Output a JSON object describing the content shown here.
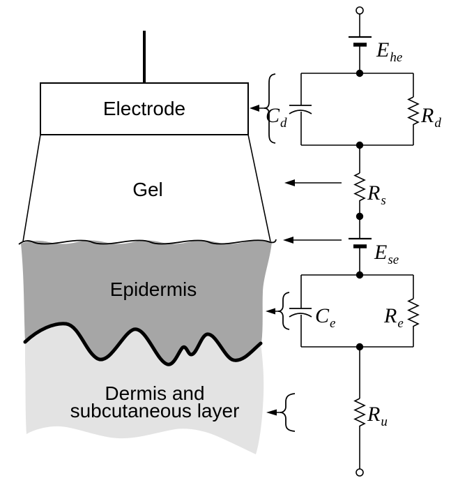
{
  "figure": {
    "layers": {
      "electrode": "Electrode",
      "gel": "Gel",
      "epidermis": "Epidermis",
      "dermis_line1": "Dermis and",
      "dermis_line2": "subcutaneous layer"
    },
    "circuit": {
      "components": [
        {
          "symbol": "E",
          "subscript": "he",
          "type": "battery"
        },
        {
          "symbol": "C",
          "subscript": "d",
          "type": "capacitor"
        },
        {
          "symbol": "R",
          "subscript": "d",
          "type": "resistor"
        },
        {
          "symbol": "R",
          "subscript": "s",
          "type": "resistor"
        },
        {
          "symbol": "E",
          "subscript": "se",
          "type": "battery"
        },
        {
          "symbol": "C",
          "subscript": "e",
          "type": "capacitor"
        },
        {
          "symbol": "R",
          "subscript": "e",
          "type": "resistor"
        },
        {
          "symbol": "R",
          "subscript": "u",
          "type": "resistor"
        }
      ]
    },
    "colors": {
      "epidermis_fill": "#a6a6a6",
      "dermis_fill": "#e3e3e3",
      "line": "#000000",
      "background": "#ffffff"
    }
  }
}
